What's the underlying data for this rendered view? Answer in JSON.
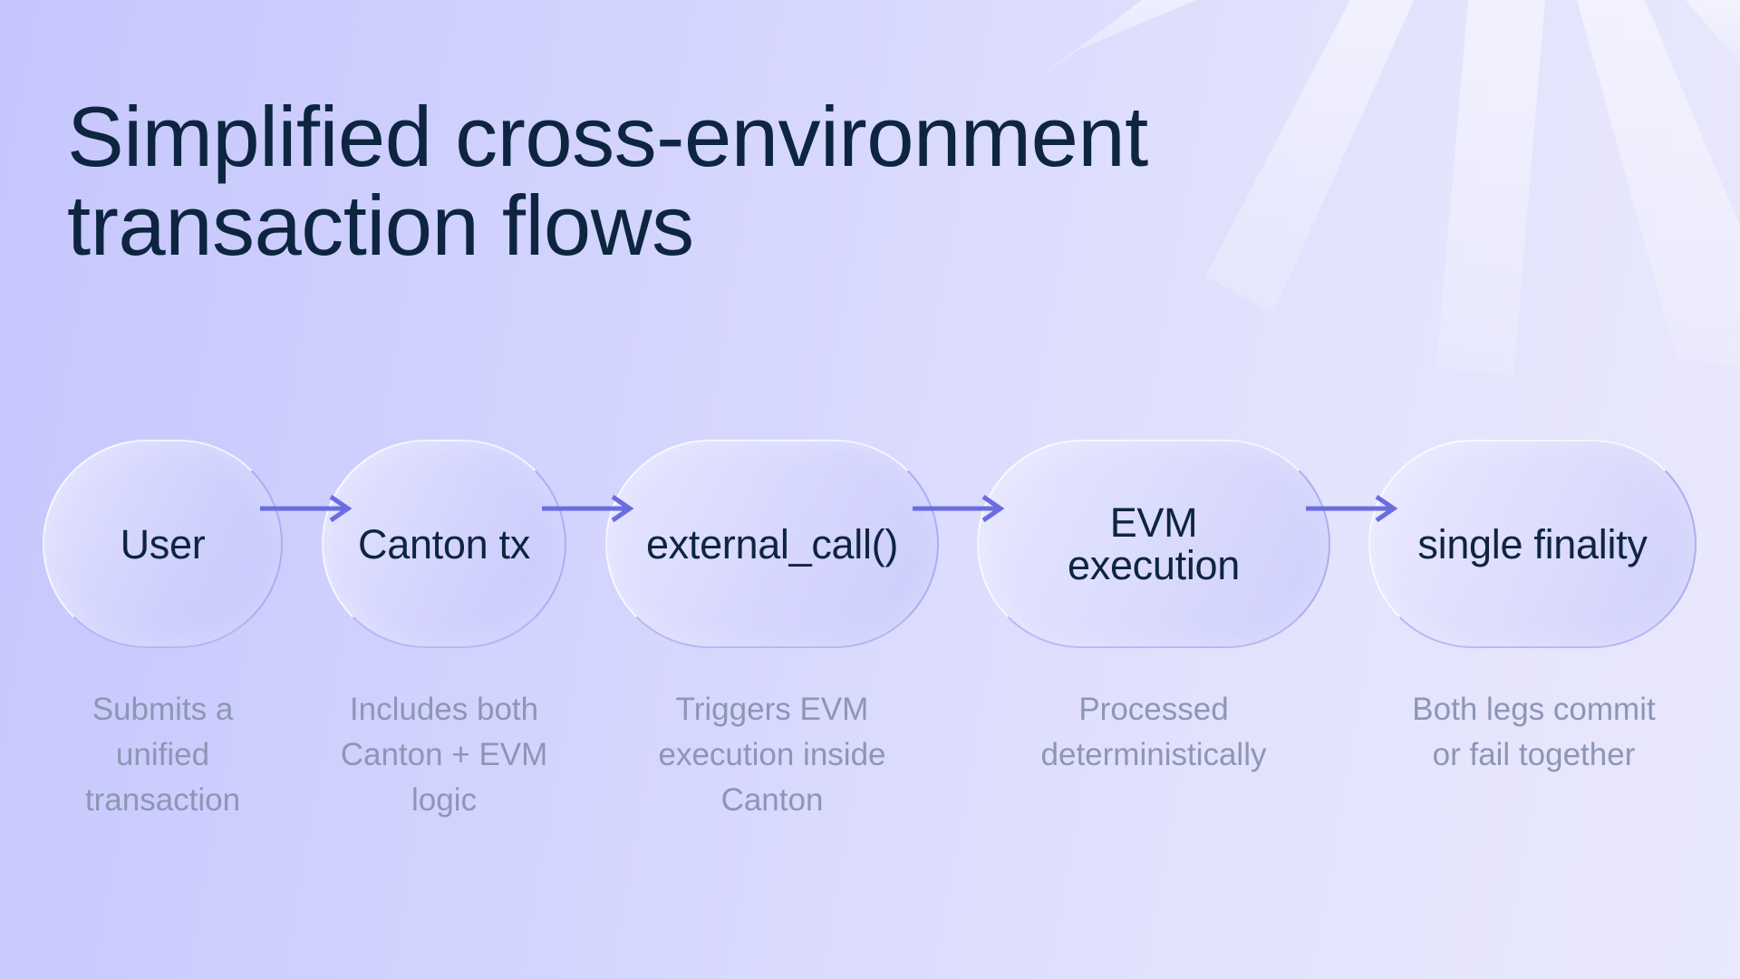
{
  "title": "Simplified cross-environment\ntransaction flows",
  "colors": {
    "title": "#0d2540",
    "description": "#8d96b5",
    "arrow": "#6a6de0",
    "background_start": "#c5c6fd",
    "background_end": "#e9e8fc"
  },
  "flow": {
    "steps": [
      {
        "label": "User",
        "description": "Submits a\nunified\ntransaction"
      },
      {
        "label": "Canton tx",
        "description": "Includes both\nCanton + EVM\nlogic"
      },
      {
        "label": "external_call()",
        "description": "Triggers EVM\nexecution inside\nCanton"
      },
      {
        "label": "EVM\nexecution",
        "description": "Processed\ndeterministically"
      },
      {
        "label": "single finality",
        "description": "Both legs commit\nor fail together"
      }
    ]
  }
}
